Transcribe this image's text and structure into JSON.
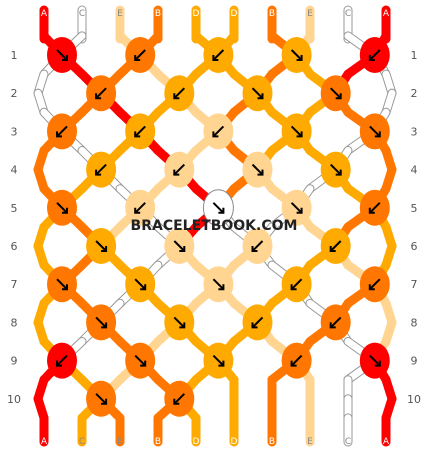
{
  "watermark": "BRACELETBOOK.COM",
  "row_labels": [
    "1",
    "2",
    "3",
    "4",
    "5",
    "6",
    "7",
    "8",
    "9",
    "10"
  ],
  "strand_letters": [
    "A",
    "C",
    "E",
    "B",
    "D",
    "D",
    "B",
    "E",
    "C",
    "A"
  ],
  "colors": {
    "A": "#ff0000",
    "B": "#ff7700",
    "C": "#ffffff",
    "D": "#ffaa00",
    "E": "#ffd591"
  },
  "knot_rows": [
    [
      {
        "c": "A",
        "d": "br"
      },
      {
        "c": "B",
        "d": "bl"
      },
      {
        "c": "D",
        "d": "bl"
      },
      {
        "c": "D",
        "d": "br"
      },
      {
        "c": "A",
        "d": "bl"
      }
    ],
    [
      {
        "c": "B",
        "d": "bl"
      },
      {
        "c": "D",
        "d": "bl"
      },
      {
        "c": "D",
        "d": "br"
      },
      {
        "c": "B",
        "d": "br"
      }
    ],
    [
      {
        "c": "B",
        "d": "bl"
      },
      {
        "c": "D",
        "d": "bl"
      },
      {
        "c": "E",
        "d": "bl"
      },
      {
        "c": "D",
        "d": "br"
      },
      {
        "c": "B",
        "d": "br"
      }
    ],
    [
      {
        "c": "D",
        "d": "bl"
      },
      {
        "c": "E",
        "d": "bl"
      },
      {
        "c": "E",
        "d": "br"
      },
      {
        "c": "D",
        "d": "br"
      }
    ],
    [
      {
        "c": "B",
        "d": "br"
      },
      {
        "c": "E",
        "d": "bl"
      },
      {
        "c": "C",
        "d": "br"
      },
      {
        "c": "E",
        "d": "br"
      },
      {
        "c": "B",
        "d": "bl"
      }
    ],
    [
      {
        "c": "D",
        "d": "br"
      },
      {
        "c": "E",
        "d": "br"
      },
      {
        "c": "E",
        "d": "bl"
      },
      {
        "c": "D",
        "d": "bl"
      }
    ],
    [
      {
        "c": "B",
        "d": "br"
      },
      {
        "c": "D",
        "d": "br"
      },
      {
        "c": "E",
        "d": "br"
      },
      {
        "c": "D",
        "d": "bl"
      },
      {
        "c": "B",
        "d": "bl"
      }
    ],
    [
      {
        "c": "B",
        "d": "br"
      },
      {
        "c": "D",
        "d": "br"
      },
      {
        "c": "D",
        "d": "bl"
      },
      {
        "c": "B",
        "d": "bl"
      }
    ],
    [
      {
        "c": "A",
        "d": "bl"
      },
      {
        "c": "B",
        "d": "br"
      },
      {
        "c": "D",
        "d": "br"
      },
      {
        "c": "B",
        "d": "bl"
      },
      {
        "c": "A",
        "d": "br"
      }
    ],
    [
      {
        "c": "B",
        "d": "br"
      },
      {
        "c": "B",
        "d": "bl"
      }
    ]
  ]
}
